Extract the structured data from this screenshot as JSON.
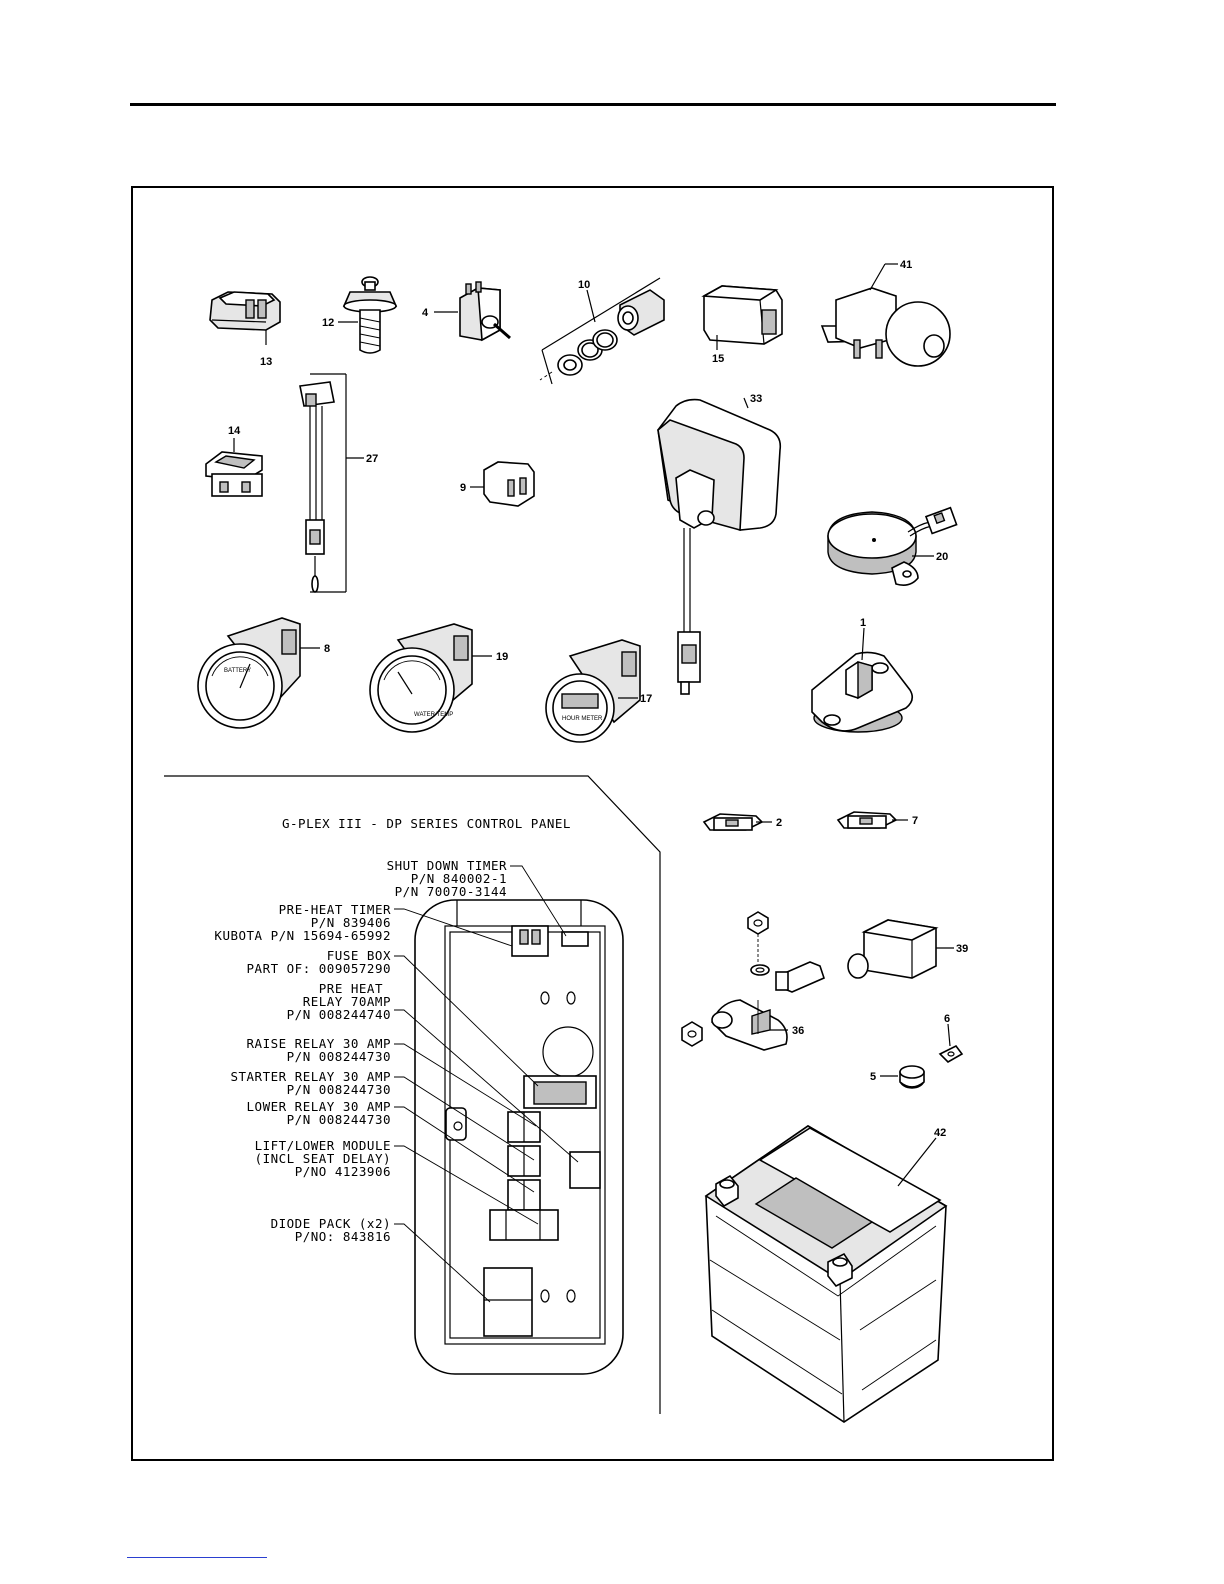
{
  "callouts": {
    "c1": "1",
    "c2": "2",
    "c4": "4",
    "c5": "5",
    "c6": "6",
    "c7": "7",
    "c8": "8",
    "c9": "9",
    "c10": "10",
    "c12": "12",
    "c13": "13",
    "c14": "14",
    "c15": "15",
    "c17": "17",
    "c19": "19",
    "c20": "20",
    "c27": "27",
    "c33": "33",
    "c36": "36",
    "c39": "39",
    "c41": "41",
    "c42": "42"
  },
  "panel": {
    "title": "G-PLEX III - DP SERIES CONTROL PANEL",
    "labels": [
      [
        "SHUT DOWN TIMER",
        "P/N 840002-1",
        "P/N 70070-3144"
      ],
      [
        "PRE-HEAT TIMER",
        "P/N 839406",
        "KUBOTA P/N 15694-65992"
      ],
      [
        "FUSE BOX",
        "PART OF: 009057290"
      ],
      [
        "PRE HEAT",
        "RELAY 70AMP",
        "P/N 008244740"
      ],
      [
        "RAISE RELAY 30 AMP",
        "P/N 008244730"
      ],
      [
        "STARTER RELAY 30 AMP",
        "P/N 008244730"
      ],
      [
        "LOWER RELAY 30 AMP",
        "P/N 008244730"
      ],
      [
        "LIFT/LOWER MODULE",
        "(INCL SEAT DELAY)",
        "P/NO 4123906"
      ],
      [
        "DIODE PACK (x2)",
        "P/NO: 843816"
      ]
    ]
  },
  "gauges": {
    "battery_face": "BATTERY",
    "water_face": "WATER TEMP",
    "hour_face": "HOUR METER"
  }
}
